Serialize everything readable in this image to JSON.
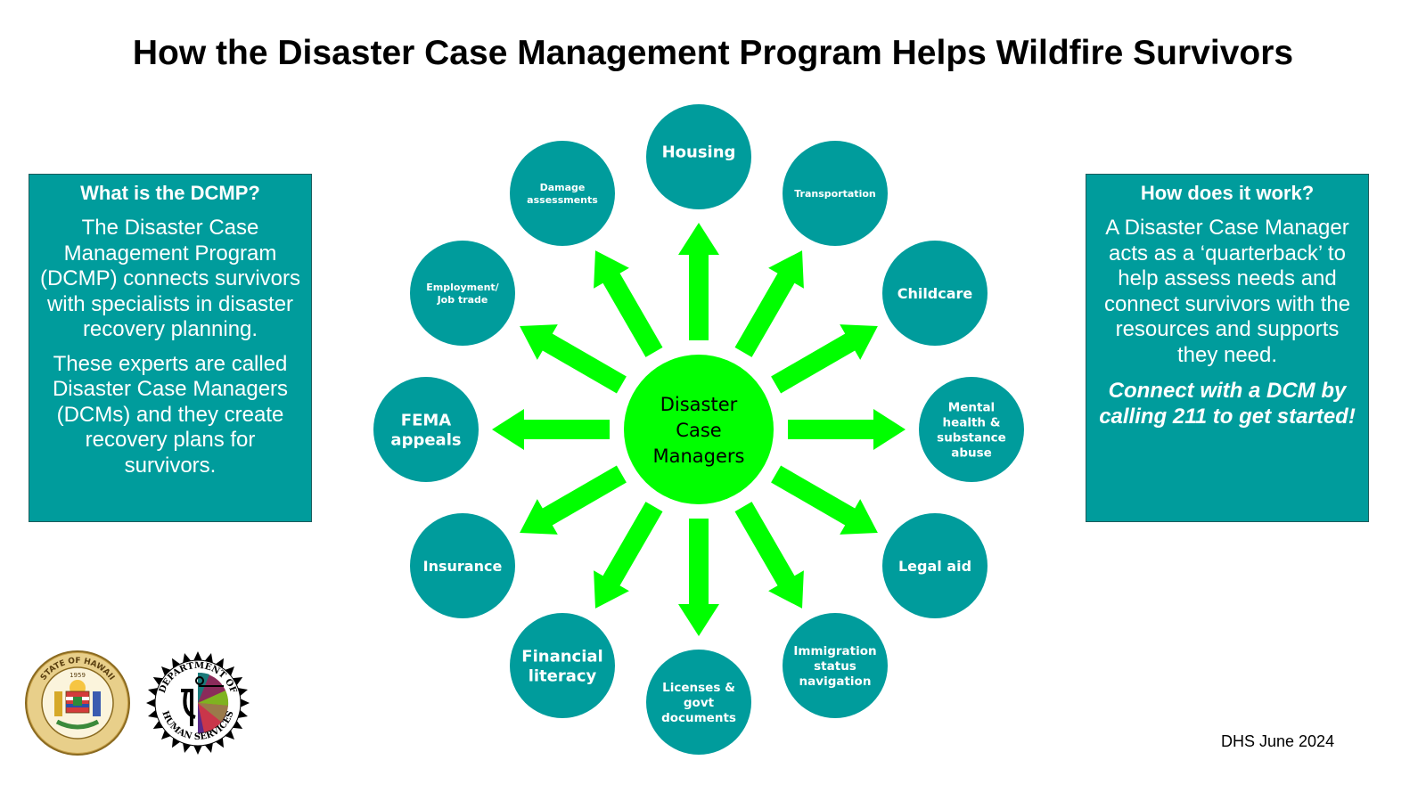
{
  "title": "How the Disaster Case Management Program Helps Wildfire Survivors",
  "left_box": {
    "heading": "What is the DCMP?",
    "paragraphs": [
      "The Disaster Case Management Program (DCMP) connects survivors with specialists in disaster recovery planning.",
      "These experts are called Disaster Case Managers (DCMs) and they create recovery plans for survivors."
    ]
  },
  "right_box": {
    "heading": "How does it work?",
    "paragraph": "A Disaster Case Manager acts as a ‘quarterback’ to help assess needs and connect survivors with the resources and supports they need.",
    "cta": "Connect with a DCM by calling 211 to get started!"
  },
  "diagram": {
    "center": {
      "lines": [
        "Disaster",
        "Case",
        "Managers"
      ]
    },
    "nodes": [
      {
        "id": "housing",
        "lines": [
          "Housing"
        ],
        "size": "large"
      },
      {
        "id": "transportation",
        "lines": [
          "Transportation"
        ],
        "size": "small"
      },
      {
        "id": "childcare",
        "lines": [
          "Childcare"
        ],
        "size": "medium"
      },
      {
        "id": "mental-health",
        "lines": [
          "Mental",
          "health &",
          "substance",
          "abuse"
        ],
        "size": "medium-small"
      },
      {
        "id": "legal-aid",
        "lines": [
          "Legal aid"
        ],
        "size": "medium"
      },
      {
        "id": "immigration",
        "lines": [
          "Immigration",
          "status",
          "navigation"
        ],
        "size": "medium-small"
      },
      {
        "id": "licenses",
        "lines": [
          "Licenses &",
          "govt",
          "documents"
        ],
        "size": "medium-small"
      },
      {
        "id": "financial-literacy",
        "lines": [
          "Financial",
          "literacy"
        ],
        "size": "large"
      },
      {
        "id": "insurance",
        "lines": [
          "Insurance"
        ],
        "size": "medium"
      },
      {
        "id": "fema-appeals",
        "lines": [
          "FEMA",
          "appeals"
        ],
        "size": "large"
      },
      {
        "id": "employment",
        "lines": [
          "Employment/",
          "Job trade"
        ],
        "size": "small"
      },
      {
        "id": "damage-assessments",
        "lines": [
          "Damage",
          "assessments"
        ],
        "size": "small"
      }
    ],
    "colors": {
      "node": "#009c9c",
      "center": "#00ff00",
      "arrow": "#00ff00",
      "box": "#009c9c"
    }
  },
  "logos": {
    "state_seal": {
      "name": "State of Hawaii seal",
      "top_text": "STATE OF HAWAII",
      "year": "1959"
    },
    "dhs_logo": {
      "name": "Department of Human Services logo",
      "text": "DEPARTMENT OF HUMAN SERVICES"
    }
  },
  "footer": "DHS June 2024"
}
